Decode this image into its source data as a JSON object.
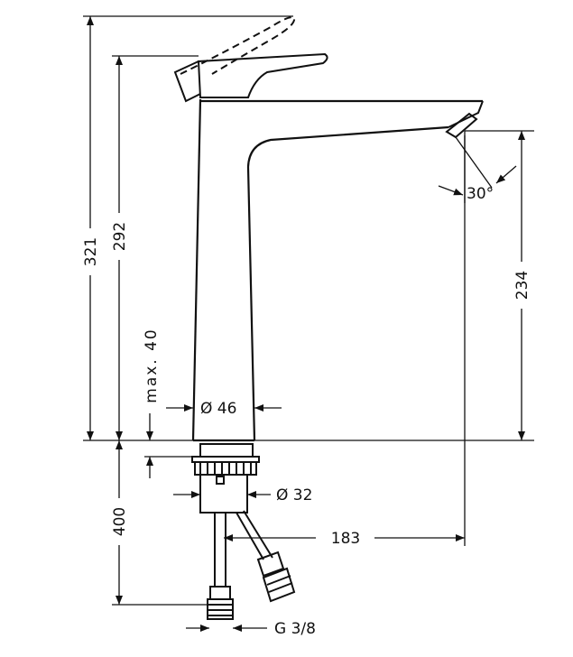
{
  "dimensions": {
    "total_height": "321",
    "body_height": "292",
    "spout_height": "234",
    "max_thickness": "max. 40",
    "body_diameter": "Ø 46",
    "shank_diameter": "Ø 32",
    "below_deck": "400",
    "projection": "183",
    "connection": "G 3/8",
    "spray_angle": "30°"
  }
}
